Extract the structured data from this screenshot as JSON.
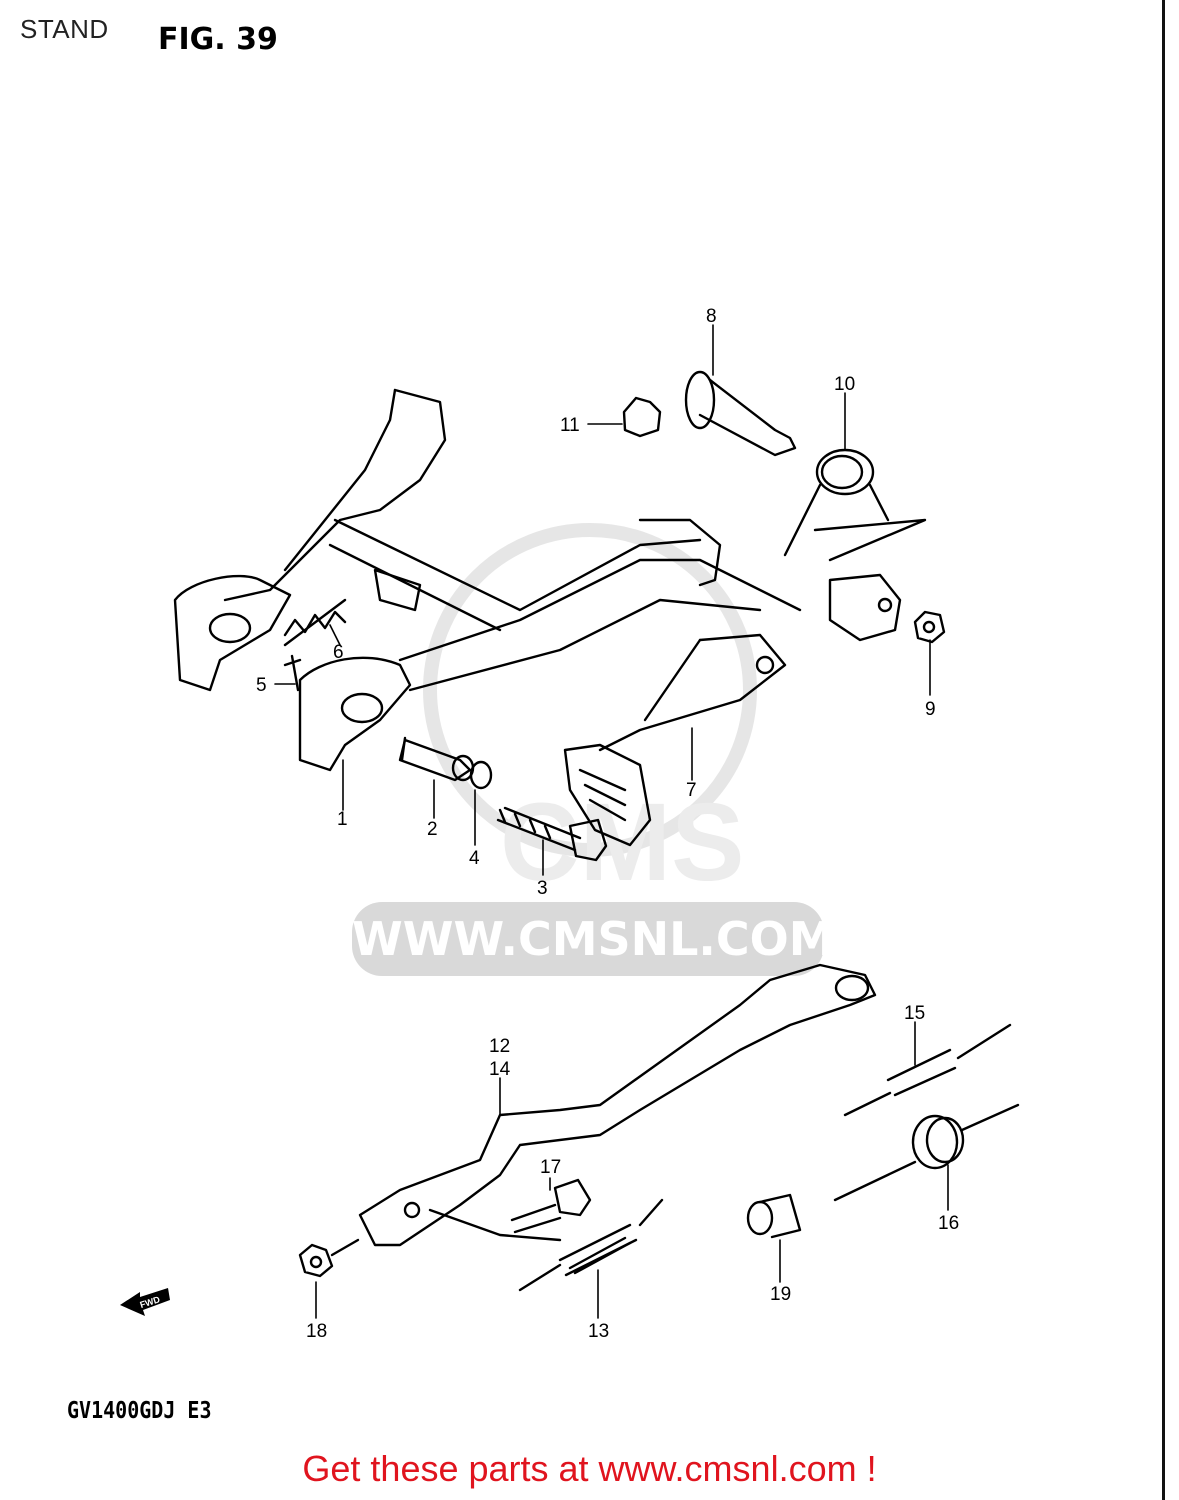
{
  "header": {
    "section_title": "STAND",
    "figure_label": "FIG. 39"
  },
  "callouts": {
    "c1": "1",
    "c2": "2",
    "c3": "3",
    "c4": "4",
    "c5": "5",
    "c6": "6",
    "c7": "7",
    "c8": "8",
    "c9": "9",
    "c10": "10",
    "c11": "11",
    "c12": "12",
    "c13": "13",
    "c14": "14",
    "c15": "15",
    "c16": "16",
    "c17": "17",
    "c18": "18",
    "c19": "19"
  },
  "fwd_arrow_label": "FWD",
  "watermark": {
    "url": "WWW.CMSNL.COM",
    "logo_text": "CMS"
  },
  "model_code": "GV1400GDJ  E3",
  "footer": {
    "link_text": "Get these parts at www.cmsnl.com !",
    "color": "#e0141e"
  }
}
